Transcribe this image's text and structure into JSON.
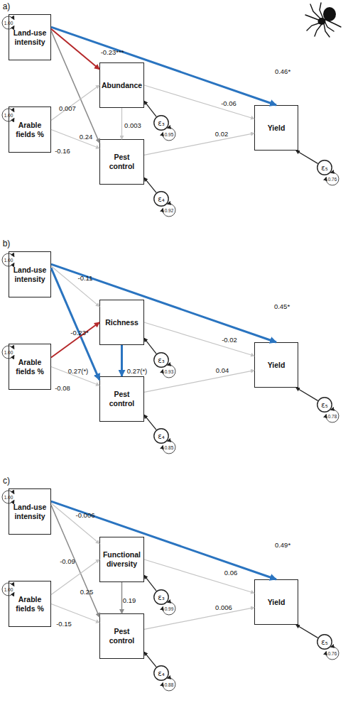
{
  "diagram": {
    "nodes": [
      {
        "text": [
          "Land-use intensity"
        ]
      },
      {
        "text": [
          "Arable fields %"
        ]
      },
      {
        "text": [
          "Abundance"
        ]
      },
      {
        "text": [
          "Pest control"
        ]
      },
      {
        "text": [
          "Yield"
        ]
      },
      {
        "text": [
          "ε₃"
        ]
      },
      {
        "text": [
          "ε₄"
        ]
      },
      {
        "text": [
          "ε₅"
        ]
      },
      {
        "text": [
          "Land-use intensity"
        ]
      },
      {
        "text": [
          "Arable fields %"
        ]
      },
      {
        "text": [
          "Richness"
        ]
      },
      {
        "text": [
          "Pest control"
        ]
      },
      {
        "text": [
          "Yield"
        ]
      },
      {
        "text": [
          "ε₃"
        ]
      },
      {
        "text": [
          "ε₄"
        ]
      },
      {
        "text": [
          "ε₅"
        ]
      },
      {
        "text": [
          "Land-use intensity"
        ]
      },
      {
        "text": [
          "Arable fields %"
        ]
      },
      {
        "text": [
          "Functional diversity"
        ]
      },
      {
        "text": [
          "Pest control"
        ]
      },
      {
        "text": [
          "Yield"
        ]
      },
      {
        "text": [
          "ε₃"
        ]
      },
      {
        "text": [
          "ε₄"
        ]
      },
      {
        "text": [
          "ε₅"
        ]
      }
    ],
    "edges": [
      {
        "from": 0,
        "to": 4,
        "label": "0.46*",
        "arrow": "to"
      },
      {
        "from": 0,
        "to": 2,
        "label": "-0.23***",
        "arrow": "to"
      },
      {
        "from": 0,
        "to": 3,
        "label": "0.24",
        "arrow": "to"
      },
      {
        "from": 1,
        "to": 2,
        "label": "0.007",
        "arrow": "to"
      },
      {
        "from": 1,
        "to": 3,
        "label": "-0.16",
        "arrow": "to"
      },
      {
        "from": 2,
        "to": 3,
        "label": "0.003",
        "arrow": "to"
      },
      {
        "from": 2,
        "to": 4,
        "label": "-0.06",
        "arrow": "to"
      },
      {
        "from": 3,
        "to": 4,
        "label": "0.02",
        "arrow": "to"
      },
      {
        "from": 5,
        "to": 2,
        "arrow": "to"
      },
      {
        "from": 6,
        "to": 3,
        "arrow": "to"
      },
      {
        "from": 7,
        "to": 4,
        "arrow": "to"
      },
      {
        "from": 8,
        "to": 12,
        "label": "0.45*",
        "arrow": "to"
      },
      {
        "from": 8,
        "to": 10,
        "label": "-0.11",
        "arrow": "to"
      },
      {
        "from": 8,
        "to": 11,
        "label": "0.27(*)",
        "arrow": "to"
      },
      {
        "from": 9,
        "to": 10,
        "label": "-0.23*",
        "arrow": "to"
      },
      {
        "from": 9,
        "to": 11,
        "label": "-0.08",
        "arrow": "to"
      },
      {
        "from": 10,
        "to": 11,
        "label": "0.27(*)",
        "arrow": "to"
      },
      {
        "from": 10,
        "to": 12,
        "label": "-0.02",
        "arrow": "to"
      },
      {
        "from": 11,
        "to": 12,
        "label": "0.04",
        "arrow": "to"
      },
      {
        "from": 13,
        "to": 10,
        "arrow": "to"
      },
      {
        "from": 14,
        "to": 11,
        "arrow": "to"
      },
      {
        "from": 15,
        "to": 12,
        "arrow": "to"
      },
      {
        "from": 16,
        "to": 20,
        "label": "0.49*",
        "arrow": "to"
      },
      {
        "from": 16,
        "to": 18,
        "label": "-0.006",
        "arrow": "to"
      },
      {
        "from": 16,
        "to": 19,
        "label": "0.25",
        "arrow": "to"
      },
      {
        "from": 17,
        "to": 18,
        "label": "-0.09",
        "arrow": "to"
      },
      {
        "from": 17,
        "to": 19,
        "label": "-0.15",
        "arrow": "to"
      },
      {
        "from": 18,
        "to": 19,
        "label": "0.19",
        "arrow": "to"
      },
      {
        "from": 18,
        "to": 20,
        "label": "0.06",
        "arrow": "to"
      },
      {
        "from": 19,
        "to": 20,
        "label": "0.006",
        "arrow": "to"
      },
      {
        "from": 21,
        "to": 18,
        "arrow": "to"
      },
      {
        "from": 22,
        "to": 19,
        "arrow": "to"
      },
      {
        "from": 23,
        "to": 20,
        "arrow": "to"
      }
    ],
    "labels": [
      "a)",
      "1.00",
      "1.00",
      "0.95",
      "0.92",
      "0.76",
      "b)",
      "1.00",
      "1.00",
      "0.93",
      "0.85",
      "0.78",
      "c)",
      "1.00",
      "1.00",
      "0.99",
      "0.88",
      "0.76"
    ]
  }
}
